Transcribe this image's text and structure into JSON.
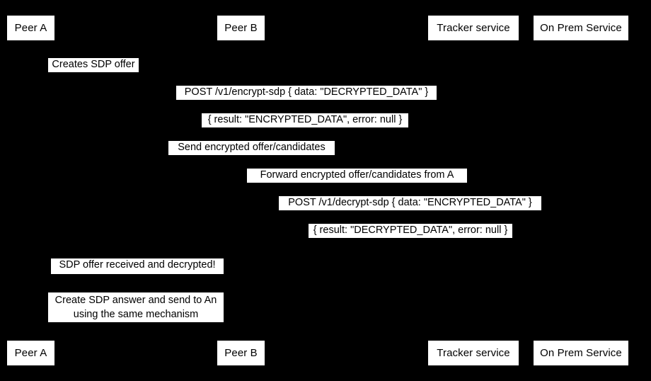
{
  "diagram": {
    "type": "sequence-diagram",
    "background_color": "#000000",
    "label_background_color": "#ffffff",
    "label_text_color": "#000000",
    "participants_top": [
      {
        "id": "peer-a",
        "label": "Peer A"
      },
      {
        "id": "peer-b",
        "label": "Peer B"
      },
      {
        "id": "tracker-service",
        "label": "Tracker service"
      },
      {
        "id": "on-prem-service",
        "label": "On Prem Service"
      }
    ],
    "participants_bottom": [
      {
        "id": "peer-a",
        "label": "Peer A"
      },
      {
        "id": "peer-b",
        "label": "Peer B"
      },
      {
        "id": "tracker-service",
        "label": "Tracker service"
      },
      {
        "id": "on-prem-service",
        "label": "On Prem Service"
      }
    ],
    "messages": [
      {
        "id": "creates-sdp-offer",
        "label": "Creates SDP offer"
      },
      {
        "id": "post-encrypt-sdp",
        "label": "POST /v1/encrypt-sdp { data: \"DECRYPTED_DATA\" }"
      },
      {
        "id": "encrypt-sdp-result",
        "label": "{ result: \"ENCRYPTED_DATA\", error: null }"
      },
      {
        "id": "send-encrypted-offer",
        "label": "Send encrypted offer/candidates"
      },
      {
        "id": "forward-encrypted-offer",
        "label": "Forward encrypted offer/candidates from A"
      },
      {
        "id": "post-decrypt-sdp",
        "label": "POST /v1/decrypt-sdp { data: \"ENCRYPTED_DATA\" }"
      },
      {
        "id": "decrypt-sdp-result",
        "label": "{ result: \"DECRYPTED_DATA\", error: null }"
      },
      {
        "id": "sdp-offer-received",
        "label": "SDP offer received and decrypted!"
      },
      {
        "id": "create-sdp-answer-note",
        "label_line1": "Create SDP answer and send to An",
        "label_line2": "using the same mechanism"
      }
    ]
  }
}
